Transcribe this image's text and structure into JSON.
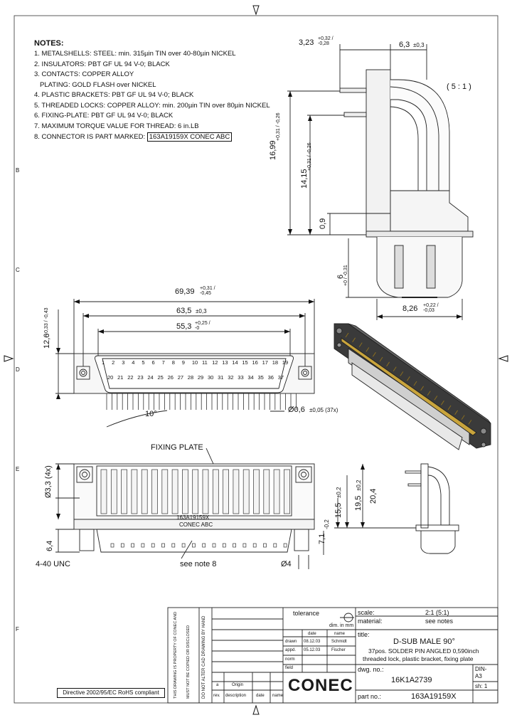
{
  "notes": {
    "title": "NOTES:",
    "items": [
      "1. METALSHELLS: STEEL: min. 315µin TIN over 40-80µin NICKEL",
      "2. INSULATORS: PBT GF UL 94 V-0; BLACK",
      "3. CONTACTS: COPPER ALLOY",
      "PLATING: GOLD FLASH over NICKEL",
      "4. PLASTIC BRACKETS: PBT GF UL 94 V-0; BLACK",
      "5. THREADED LOCKS: COPPER ALLOY: min. 200µin TIN over 80µin NICKEL",
      "6. FIXING-PLATE: PBT GF UL 94 V-0; BLACK",
      "7. MAXIMUM TORQUE VALUE FOR THREAD: 6 in.LB"
    ],
    "item8_prefix": "8. CONNECTOR IS PART MARKED:",
    "item8_marking": "163A19159X  CONEC  ABC"
  },
  "scale_label": "( 5 : 1 )",
  "dims": {
    "side_w1": "3,23",
    "side_w1_tol": "+0,32 / -0,28",
    "side_w2": "6,3",
    "side_w2_tol": "±0,3",
    "h1": "16,99",
    "h1_tol": "+0,31 / -0,26",
    "h2": "14,15",
    "h2_tol": "+0,31 / -0,26",
    "h3": "0,9",
    "h4": "6",
    "h4_tol": "+0 / -0,31",
    "bot_w": "8,26",
    "bot_w_tol": "+0,22 / -0,03",
    "front_w1": "69,39",
    "front_w1_tol": "+0,31 / -0,45",
    "front_w2": "63,5",
    "front_w2_tol": "±0,3",
    "front_w3": "55,3",
    "front_w3_tol": "+0,25 / -0",
    "front_h": "12,6",
    "front_h_tol": "+0,33 / -0,43",
    "angle": "10°",
    "pin_dia": "Ø0,6",
    "pin_dia_tol": "±0,05 (37x)",
    "hole_dia": "Ø3,3 (4x)",
    "plate_h1": "15,5",
    "plate_h1_tol": "±0,2",
    "plate_h2": "19,5",
    "plate_h2_tol": "±0,2",
    "plate_h3": "20,4",
    "thread": "4-40 UNC",
    "t64": "6,4",
    "t71": "7,1",
    "t71_tol": "-0,2",
    "d4": "Ø4",
    "fixing_plate": "FIXING PLATE",
    "see_note": "see note 8",
    "marking1": "163A19159X",
    "marking2": "CONEC  ABC"
  },
  "pins_top": [
    "1",
    "2",
    "3",
    "4",
    "5",
    "6",
    "7",
    "8",
    "9",
    "10",
    "11",
    "12",
    "13",
    "14",
    "15",
    "16",
    "17",
    "18",
    "19"
  ],
  "pins_bottom": [
    "20",
    "21",
    "22",
    "23",
    "24",
    "25",
    "26",
    "27",
    "28",
    "29",
    "30",
    "31",
    "32",
    "33",
    "34",
    "35",
    "36",
    "37"
  ],
  "frame_letters_left": [
    "B",
    "C",
    "D",
    "E",
    "F"
  ],
  "title_block": {
    "tolerance": "tolerance",
    "dim_in_mm": "dim. in mm",
    "scale_label": "scale:",
    "scale_value": "2:1 (5:1)",
    "material_label": "material:",
    "material_value": "see notes",
    "title_label": "title:",
    "title_main": "D-SUB MALE 90°",
    "title_sub1": "37pos. SOLDER PIN ANGLED 0,590inch",
    "title_sub2": "threaded lock, plastic bracket, fixing plate",
    "dwg_label": "dwg. no.:",
    "dwg_value": "16K1A2739",
    "part_label": "part no.:",
    "part_value": "163A19159X",
    "size": "DIN-A3",
    "sheet": "sh: 1",
    "date_hdr": "date",
    "name_hdr": "name",
    "drawn": "drawn",
    "drawn_date": "08.12.03",
    "drawn_name": "Schmidt",
    "approved": "appd.",
    "approved_date": "05.12.03",
    "approved_name": "Fischer",
    "norm": "norm",
    "field": "field",
    "rev_a": "a",
    "rev_a_desc": "Origin",
    "rev_hdr": "rev.",
    "desc_hdr": "description",
    "date_col": "date",
    "name_col": "name",
    "logo": "CONEC",
    "rohs": "Directive 2002/95/EC RoHS compliant",
    "vertical1": "THIS DRAWING IS PROPERTY OF CONEC AND",
    "vertical2": "MUST NOT BE COPIED OR DISCLOSED",
    "vertical3": "DO NOT ALTER CAD DRAWING BY HAND"
  }
}
